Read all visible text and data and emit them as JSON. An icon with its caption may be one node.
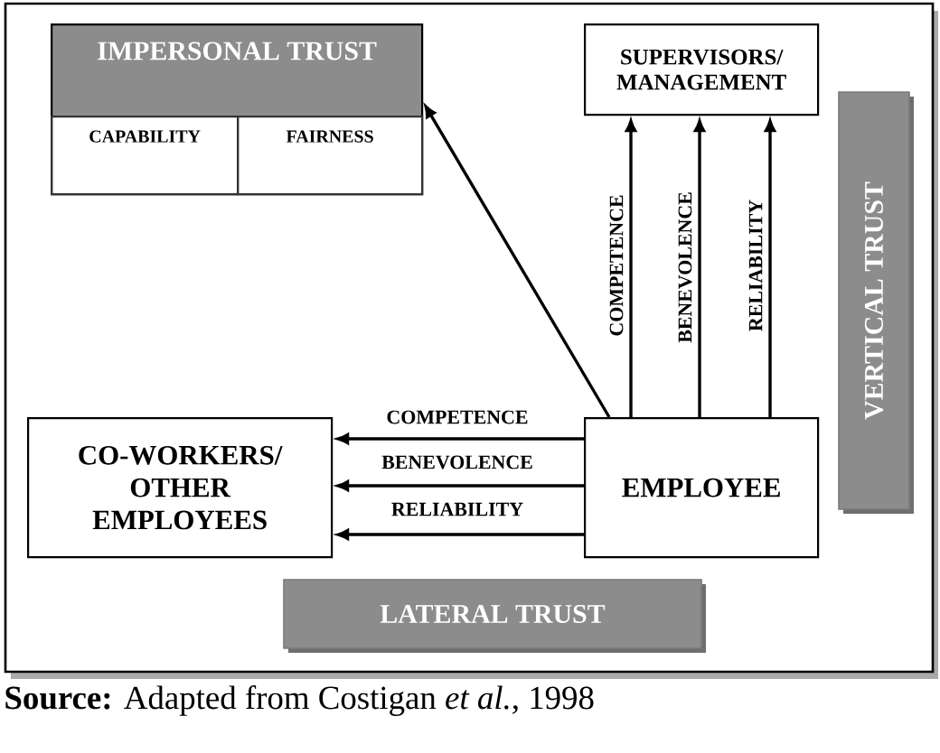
{
  "diagram": {
    "caption": "**Source:** Adapted from Costigan *et al.*, 1998",
    "nodes": [
      {
        "text": [
          "IMPERSONAL TRUST"
        ]
      },
      {
        "text": [
          "CAPABILITY"
        ],
        "in": 0
      },
      {
        "text": [
          "FAIRNESS"
        ],
        "in": 0
      },
      {
        "text": [
          "SUPERVISORS/ MANAGEMENT"
        ]
      },
      {
        "text": [
          "VERTICAL TRUST"
        ]
      },
      {
        "text": [
          "CO-WORKERS/ OTHER EMPLOYEES"
        ]
      },
      {
        "text": [
          "EMPLOYEE"
        ]
      },
      {
        "text": [
          "LATERAL TRUST"
        ]
      }
    ],
    "edges": [
      {
        "from": 6,
        "to": 0,
        "arrow": "to"
      },
      {
        "from": 6,
        "to": 3,
        "arrow": "to",
        "label": "COMPETENCE"
      },
      {
        "from": 6,
        "to": 3,
        "arrow": "to",
        "label": "BENEVOLENCE"
      },
      {
        "from": 6,
        "to": 3,
        "arrow": "to",
        "label": "RELIABILITY"
      },
      {
        "from": 6,
        "to": 5,
        "arrow": "to",
        "label": "COMPETENCE"
      },
      {
        "from": 6,
        "to": 5,
        "arrow": "to",
        "label": "BENEVOLENCE"
      },
      {
        "from": 6,
        "to": 5,
        "arrow": "to",
        "label": "RELIABILITY"
      }
    ]
  }
}
